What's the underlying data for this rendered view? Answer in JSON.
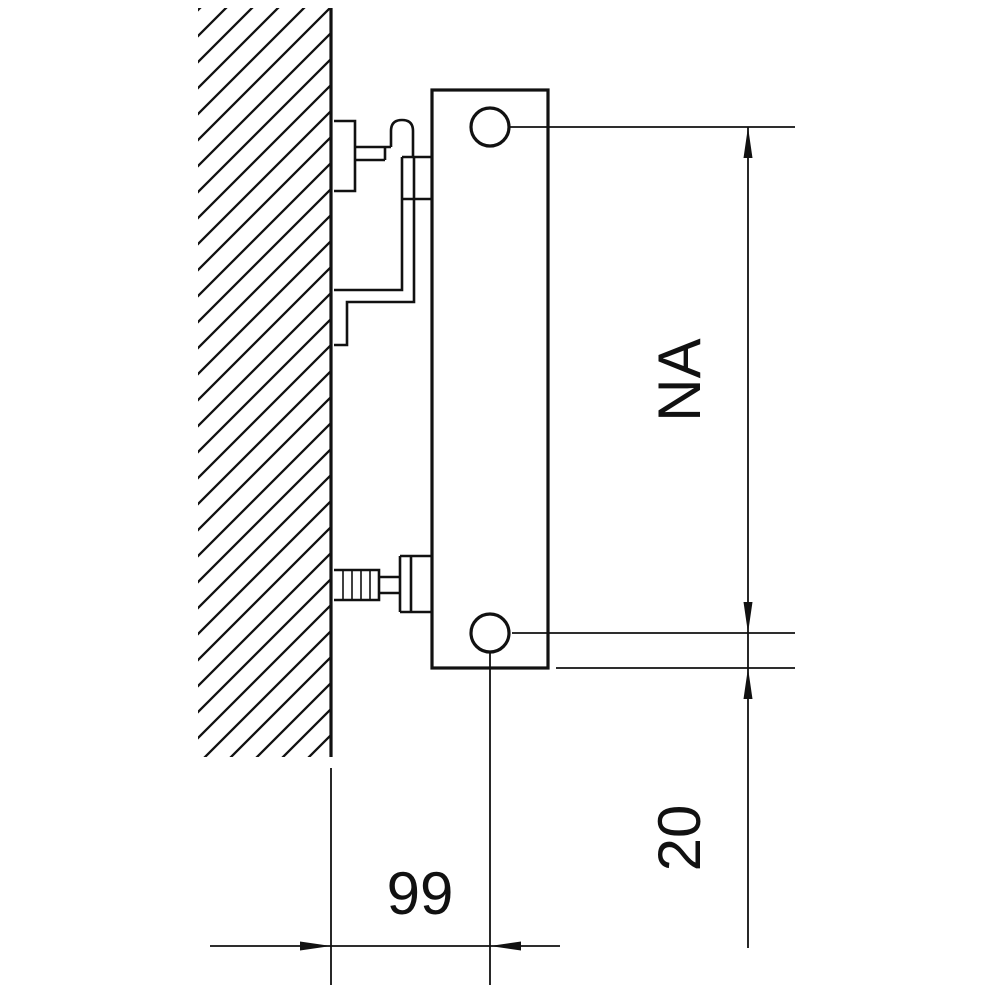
{
  "drawing": {
    "dimensions": {
      "connection_spacing": {
        "label": "NA"
      },
      "bottom_edge_offset": {
        "label": "20"
      },
      "wall_to_connection": {
        "label": "99"
      }
    },
    "colors": {
      "line": "#111111",
      "background": "#ffffff"
    }
  }
}
